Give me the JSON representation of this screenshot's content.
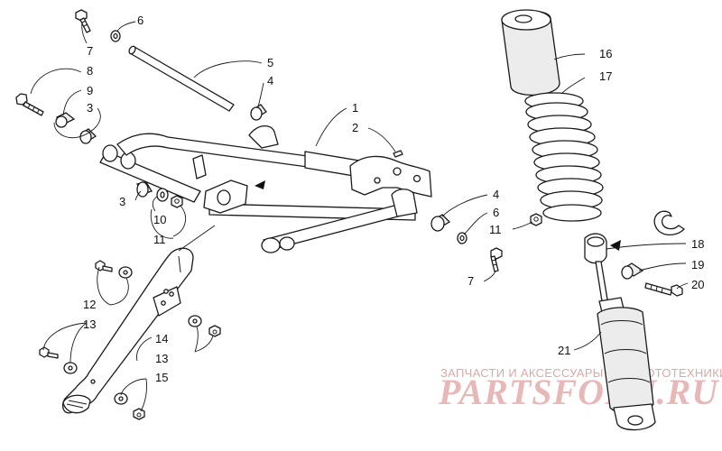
{
  "callouts": [
    {
      "id": "c1",
      "label": "1"
    },
    {
      "id": "c2",
      "label": "2"
    },
    {
      "id": "c3a",
      "label": "3"
    },
    {
      "id": "c3b",
      "label": "3"
    },
    {
      "id": "c4a",
      "label": "4"
    },
    {
      "id": "c4b",
      "label": "4"
    },
    {
      "id": "c5",
      "label": "5"
    },
    {
      "id": "c6a",
      "label": "6"
    },
    {
      "id": "c6b",
      "label": "6"
    },
    {
      "id": "c7a",
      "label": "7"
    },
    {
      "id": "c7b",
      "label": "7"
    },
    {
      "id": "c8",
      "label": "8"
    },
    {
      "id": "c9",
      "label": "9"
    },
    {
      "id": "c10",
      "label": "10"
    },
    {
      "id": "c11a",
      "label": "11"
    },
    {
      "id": "c11b",
      "label": "11"
    },
    {
      "id": "c12",
      "label": "12"
    },
    {
      "id": "c13a",
      "label": "13"
    },
    {
      "id": "c13b",
      "label": "13"
    },
    {
      "id": "c14",
      "label": "14"
    },
    {
      "id": "c15",
      "label": "15"
    },
    {
      "id": "c16",
      "label": "16"
    },
    {
      "id": "c17",
      "label": "17"
    },
    {
      "id": "c18",
      "label": "18"
    },
    {
      "id": "c19",
      "label": "19"
    },
    {
      "id": "c20",
      "label": "20"
    },
    {
      "id": "c21",
      "label": "21"
    }
  ],
  "watermark": {
    "caption": "ЗАПЧАСТИ И АКСЕССУАРЫ ДЛЯ МОТОТЕХНИКИ",
    "logo": "PARTSFORU.RU",
    "color": "#e8b8b8"
  }
}
